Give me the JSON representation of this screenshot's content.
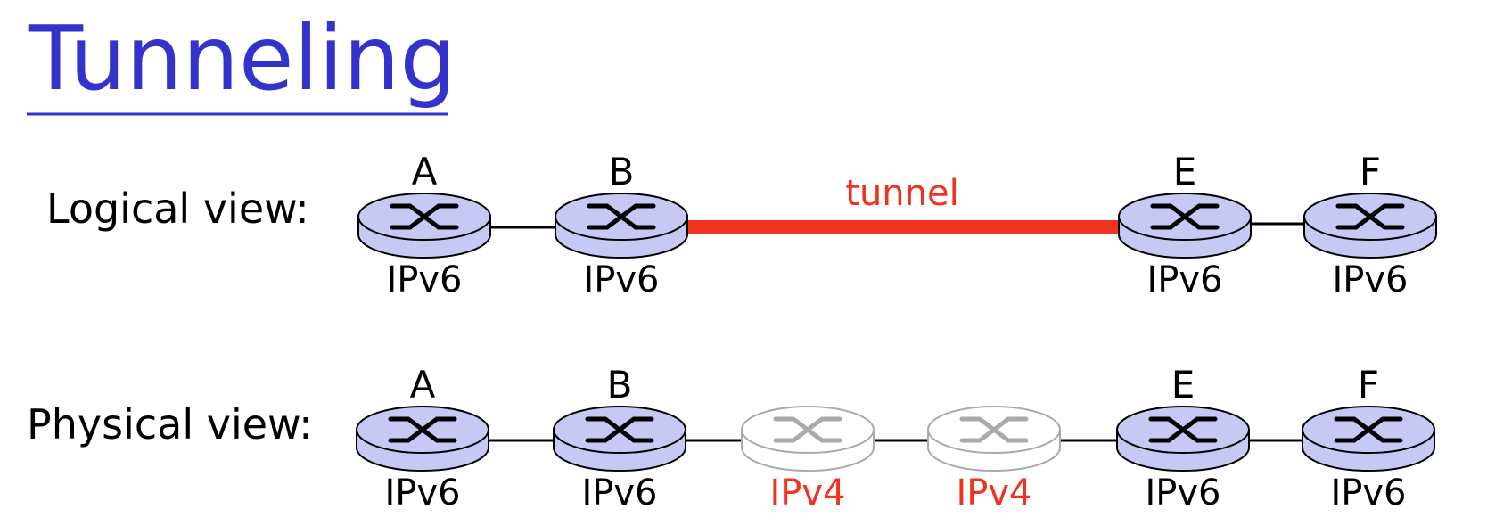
{
  "title": "Tunneling",
  "colors": {
    "title": "#3333cc",
    "router_fill_ipv6": "#c8c8f5",
    "router_stroke_ipv6": "#000000",
    "router_fill_ipv4": "#ffffff",
    "router_stroke_ipv4": "#aaaaaa",
    "tunnel": "#ee3322",
    "ipv4_label": "#ee3322",
    "ipv6_label": "#000000",
    "link": "#000000"
  },
  "logical_view": {
    "label": "Logical view:",
    "tunnel_label": "tunnel",
    "routers": [
      {
        "name": "A",
        "protocol": "IPv6",
        "icon": "router-icon"
      },
      {
        "name": "B",
        "protocol": "IPv6",
        "icon": "router-icon"
      },
      {
        "name": "E",
        "protocol": "IPv6",
        "icon": "router-icon"
      },
      {
        "name": "F",
        "protocol": "IPv6",
        "icon": "router-icon"
      }
    ]
  },
  "physical_view": {
    "label": "Physical view:",
    "routers": [
      {
        "name": "A",
        "protocol": "IPv6",
        "icon": "router-icon"
      },
      {
        "name": "B",
        "protocol": "IPv6",
        "icon": "router-icon"
      },
      {
        "name": "",
        "protocol": "IPv4",
        "icon": "router-icon"
      },
      {
        "name": "",
        "protocol": "IPv4",
        "icon": "router-icon"
      },
      {
        "name": "E",
        "protocol": "IPv6",
        "icon": "router-icon"
      },
      {
        "name": "F",
        "protocol": "IPv6",
        "icon": "router-icon"
      }
    ]
  }
}
